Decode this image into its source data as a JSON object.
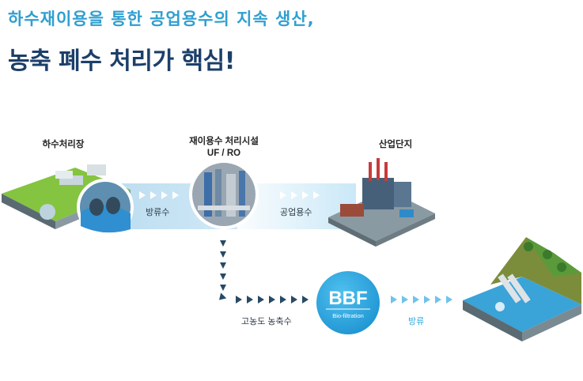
{
  "header": {
    "subtitle": "하수재이용을 통한 공업용수의 지속 생산,",
    "title": "농축 폐수 처리가 핵심!"
  },
  "nodes": {
    "sewage_plant": "하수처리장",
    "reuse_facility_line1": "재이용수 처리시설",
    "reuse_facility_line2": "UF / RO",
    "industrial_complex": "산업단지"
  },
  "flows": {
    "discharge_water": "방류수",
    "industrial_water": "공업용수",
    "concentrate": "고농도 농축수",
    "release": "방류"
  },
  "bbf": {
    "name": "BBF",
    "caption": "Bio-filtration"
  },
  "colors": {
    "light_blue_band": "#cfe9f7",
    "accent_blue": "#2ea7dd",
    "dark_navy": "#1c3f6a",
    "arrow_navy": "#274a66"
  }
}
